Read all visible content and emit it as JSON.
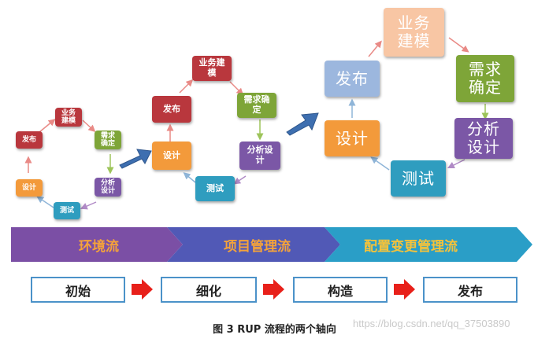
{
  "cycles": {
    "small": {
      "business_modeling": "业务\n建模",
      "requirements": "需求\n确定",
      "analysis_design": "分析\n设计",
      "test": "测试",
      "design": "设计",
      "release": "发布"
    },
    "medium": {
      "business_modeling": "业务建\n模",
      "requirements": "需求确\n定",
      "analysis_design": "分析设\n计",
      "test": "测试",
      "design": "设计",
      "release": "发布"
    },
    "large": {
      "business_modeling": "业务\n建模",
      "requirements": "需求\n确定",
      "analysis_design": "分析\n设计",
      "test": "测试",
      "design": "设计",
      "release": "发布"
    }
  },
  "bands": [
    {
      "label": "环境流",
      "color": "#7b4fa5",
      "text_color": "#f5a33a"
    },
    {
      "label": "项目管理流",
      "color": "#5159b6",
      "text_color": "#f5a33a"
    },
    {
      "label": "配置变更管理流",
      "color": "#2a9ec7",
      "text_color": "#f5c23a"
    }
  ],
  "phases": [
    "初始",
    "细化",
    "构造",
    "发布"
  ],
  "caption": "图 3    RUP 流程的两个轴向",
  "watermark": "https://blog.csdn.net/qq_37503890"
}
